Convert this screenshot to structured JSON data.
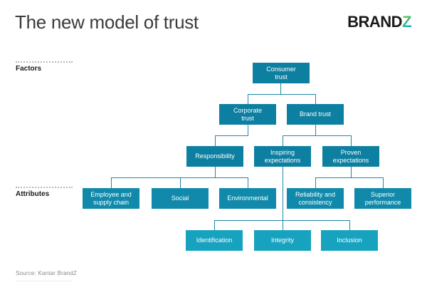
{
  "title": "The new model of trust",
  "logo": {
    "brand": "BRAND",
    "z": "Z"
  },
  "colors": {
    "box_dark": "#0D7FA1",
    "box_attributes": "#1089AB",
    "box_light": "#17A3BF",
    "connector": "#1d89a8",
    "logo_z_gradient_start": "#8CC63F",
    "logo_z_gradient_end": "#00AEC7"
  },
  "sections": {
    "factors_label": "Factors",
    "attributes_label": "Attributes"
  },
  "diagram": {
    "nodes": {
      "consumer_trust": "Consumer\ntrust",
      "corporate_trust": "Corporate\ntrust",
      "brand_trust": "Brand trust",
      "responsibility": "Responsibility",
      "inspiring_expectations": "Inspiring\nexpectations",
      "proven_expectations": "Proven\nexpectations",
      "employee_supply_chain": "Employee and\nsupply chain",
      "social": "Social",
      "environmental": "Environmental",
      "reliability_consistency": "Reliability and\nconsistency",
      "superior_performance": "Superior\nperformance",
      "identification": "Identification",
      "integrity": "Integrity",
      "inclusion": "Inclusion"
    },
    "edges": [
      {
        "from": "Consumer trust",
        "to": "Corporate trust"
      },
      {
        "from": "Consumer trust",
        "to": "Brand trust"
      },
      {
        "from": "Corporate trust",
        "to": "Responsibility"
      },
      {
        "from": "Brand trust",
        "to": "Inspiring expectations"
      },
      {
        "from": "Brand trust",
        "to": "Proven expectations"
      },
      {
        "from": "Responsibility",
        "to": "Employee and supply chain"
      },
      {
        "from": "Responsibility",
        "to": "Social"
      },
      {
        "from": "Responsibility",
        "to": "Environmental"
      },
      {
        "from": "Proven expectations",
        "to": "Reliability and consistency"
      },
      {
        "from": "Proven expectations",
        "to": "Superior performance"
      },
      {
        "from": "Inspiring expectations",
        "to": "Identification"
      },
      {
        "from": "Inspiring expectations",
        "to": "Integrity"
      },
      {
        "from": "Inspiring expectations",
        "to": "Inclusion"
      }
    ]
  },
  "source": "Source: Kantar BrandZ"
}
